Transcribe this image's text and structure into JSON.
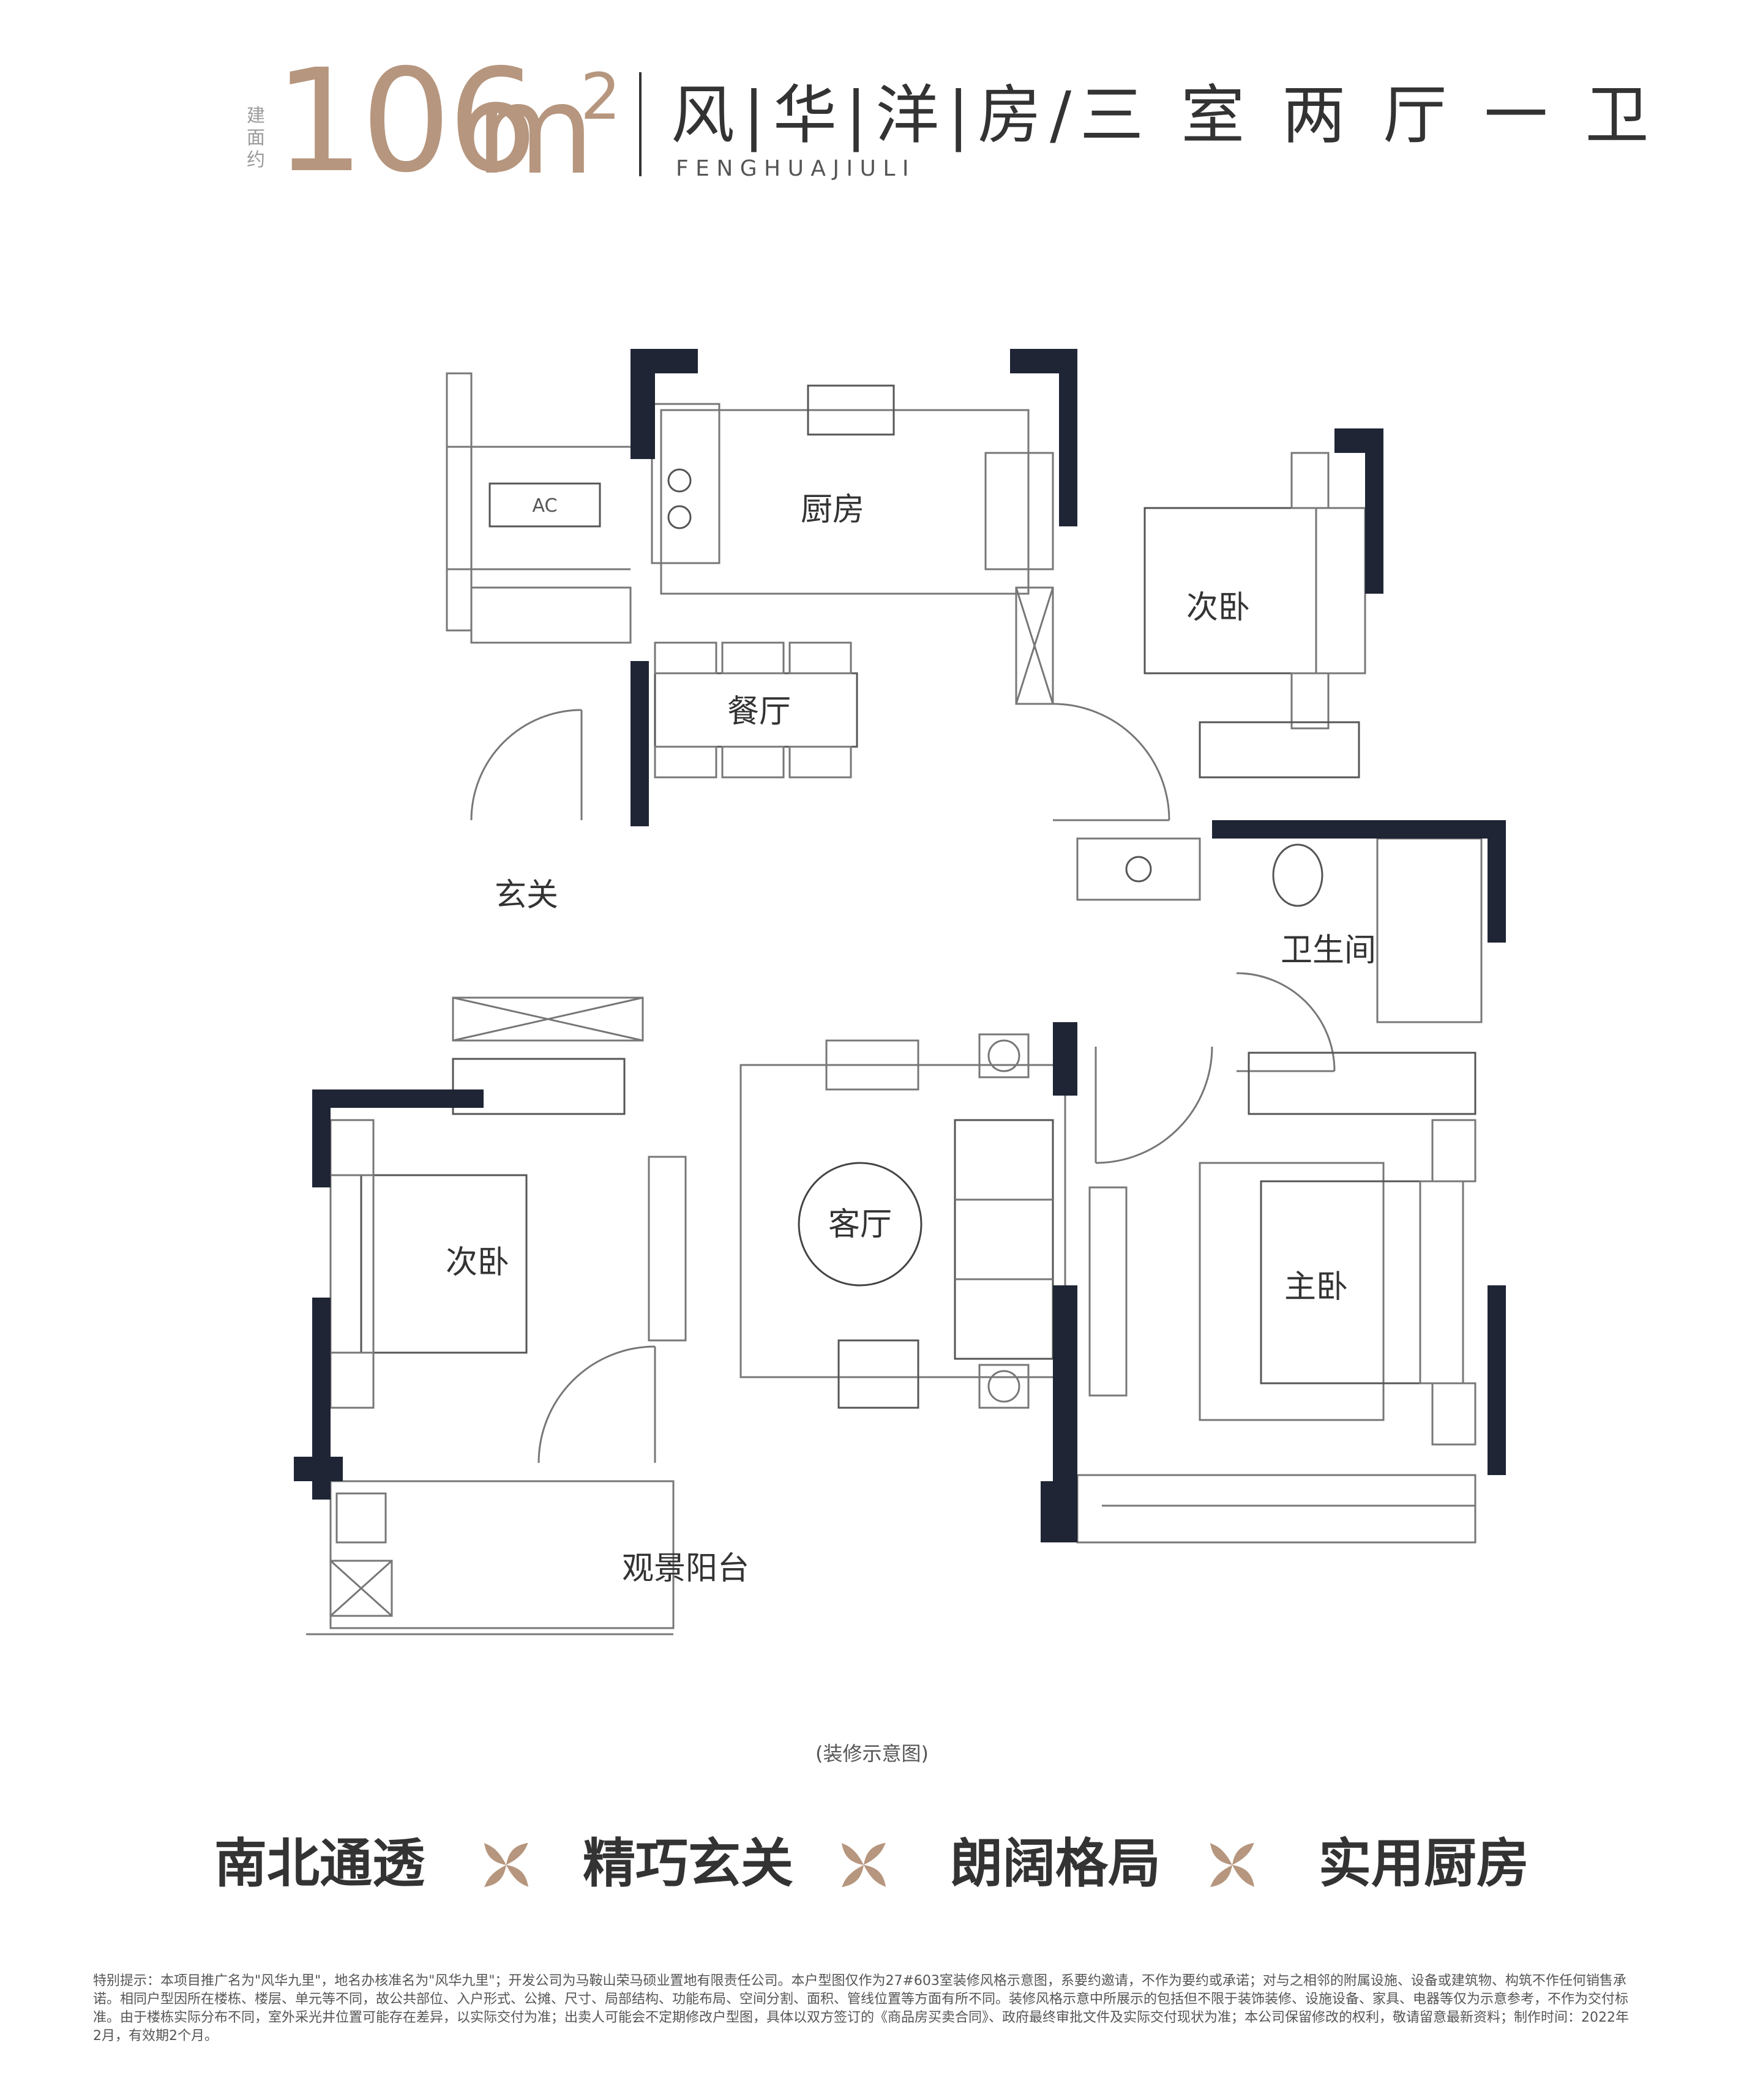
{
  "header": {
    "pre_label": "建面约",
    "area_number": "106",
    "area_unit": "m",
    "area_sup": "2",
    "title": "风|华|洋|房/三 室 两 厅 一 卫",
    "subtitle": "F   E   N   G   H   U   A       J   I   U   L   I"
  },
  "rooms": {
    "kitchen": "厨房",
    "dining": "餐厅",
    "bedroom_ne": "次卧",
    "entrance": "玄关",
    "bathroom": "卫生间",
    "living": "客厅",
    "bedroom_w": "次卧",
    "master": "主卧",
    "balcony": "观景阳台",
    "ac": "AC"
  },
  "caption": "(装修示意图)",
  "features": [
    "南北通透",
    "精巧玄关",
    "朗阔格局",
    "实用厨房"
  ],
  "disclaimer": "特别提示：本项目推广名为\"风华九里\"，地名办核准名为\"风华九里\"；开发公司为马鞍山荣马硕业置地有限责任公司。本户型图仅作为27#603室装修风格示意图，系要约邀请，不作为要约或承诺；对与之相邻的附属设施、设备或建筑物、构筑不作任何销售承诺。相同户型因所在楼栋、楼层、单元等不同，故公共部位、入户形式、公摊、尺寸、局部结构、功能布局、空间分割、面积、管线位置等方面有所不同。装修风格示意中所展示的包括但不限于装饰装修、设施设备、家具、电器等仅为示意参考，不作为交付标准。由于楼栋实际分布不同，室外采光井位置可能存在差异，以实际交付为准；出卖人可能会不定期修改户型图，具体以双方签订的《商品房买卖合同》、政府最终审批文件及实际交付现状为准；本公司保留修改的权利，敬请留意最新资料；制作时间：2022年2月，有效期2个月。",
  "colors": {
    "accent": "#b6967e",
    "wall": "#1f2535",
    "text": "#333333"
  }
}
